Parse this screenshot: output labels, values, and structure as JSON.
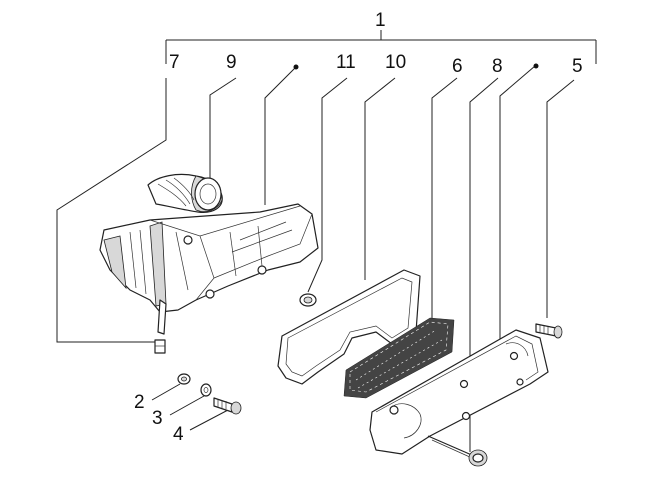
{
  "diagram": {
    "callouts": [
      {
        "id": "c1",
        "label": "1"
      },
      {
        "id": "c7",
        "label": "7"
      },
      {
        "id": "c9",
        "label": "9"
      },
      {
        "id": "c11",
        "label": "11"
      },
      {
        "id": "c10",
        "label": "10"
      },
      {
        "id": "c6",
        "label": "6"
      },
      {
        "id": "c8",
        "label": "8"
      },
      {
        "id": "c5",
        "label": "5"
      },
      {
        "id": "c2",
        "label": "2"
      },
      {
        "id": "c3",
        "label": "3"
      },
      {
        "id": "c4",
        "label": "4"
      }
    ],
    "parts": [
      {
        "number": "1",
        "shape": "assembly-bracket"
      },
      {
        "number": "2",
        "shape": "washer"
      },
      {
        "number": "3",
        "shape": "spacer"
      },
      {
        "number": "4",
        "shape": "bolt"
      },
      {
        "number": "5",
        "shape": "screw"
      },
      {
        "number": "6",
        "shape": "filter-element"
      },
      {
        "number": "7",
        "shape": "clip-nut"
      },
      {
        "number": "8",
        "shape": "cover-screw"
      },
      {
        "number": "9",
        "shape": "intake-duct"
      },
      {
        "number": "10",
        "shape": "gasket"
      },
      {
        "number": "11",
        "shape": "grommet"
      }
    ],
    "line_color": "#222222",
    "background": "#ffffff"
  }
}
